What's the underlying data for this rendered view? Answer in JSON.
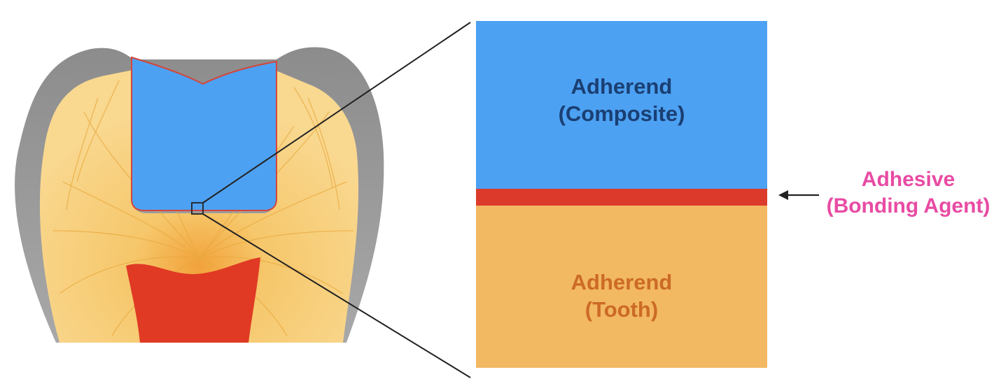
{
  "labels": {
    "composite": [
      "Adherend",
      "(Composite)"
    ],
    "tooth": [
      "Adherend",
      "(Tooth)"
    ],
    "adhesive": [
      "Adhesive",
      "(Bonding Agent)"
    ]
  },
  "colors": {
    "enamel": "#9a9a9a",
    "dentin": "#f6c76b",
    "dentin_light": "#f9d98d",
    "pulp": "#e03a24",
    "composite": "#4da1f2",
    "adhesive": "#dc3b2c",
    "tooth_block": "#f2b862",
    "composite_text": "#1a3f73",
    "tooth_text": "#cc6a26",
    "adhesive_text": "#e84ba3",
    "line": "#222222"
  }
}
